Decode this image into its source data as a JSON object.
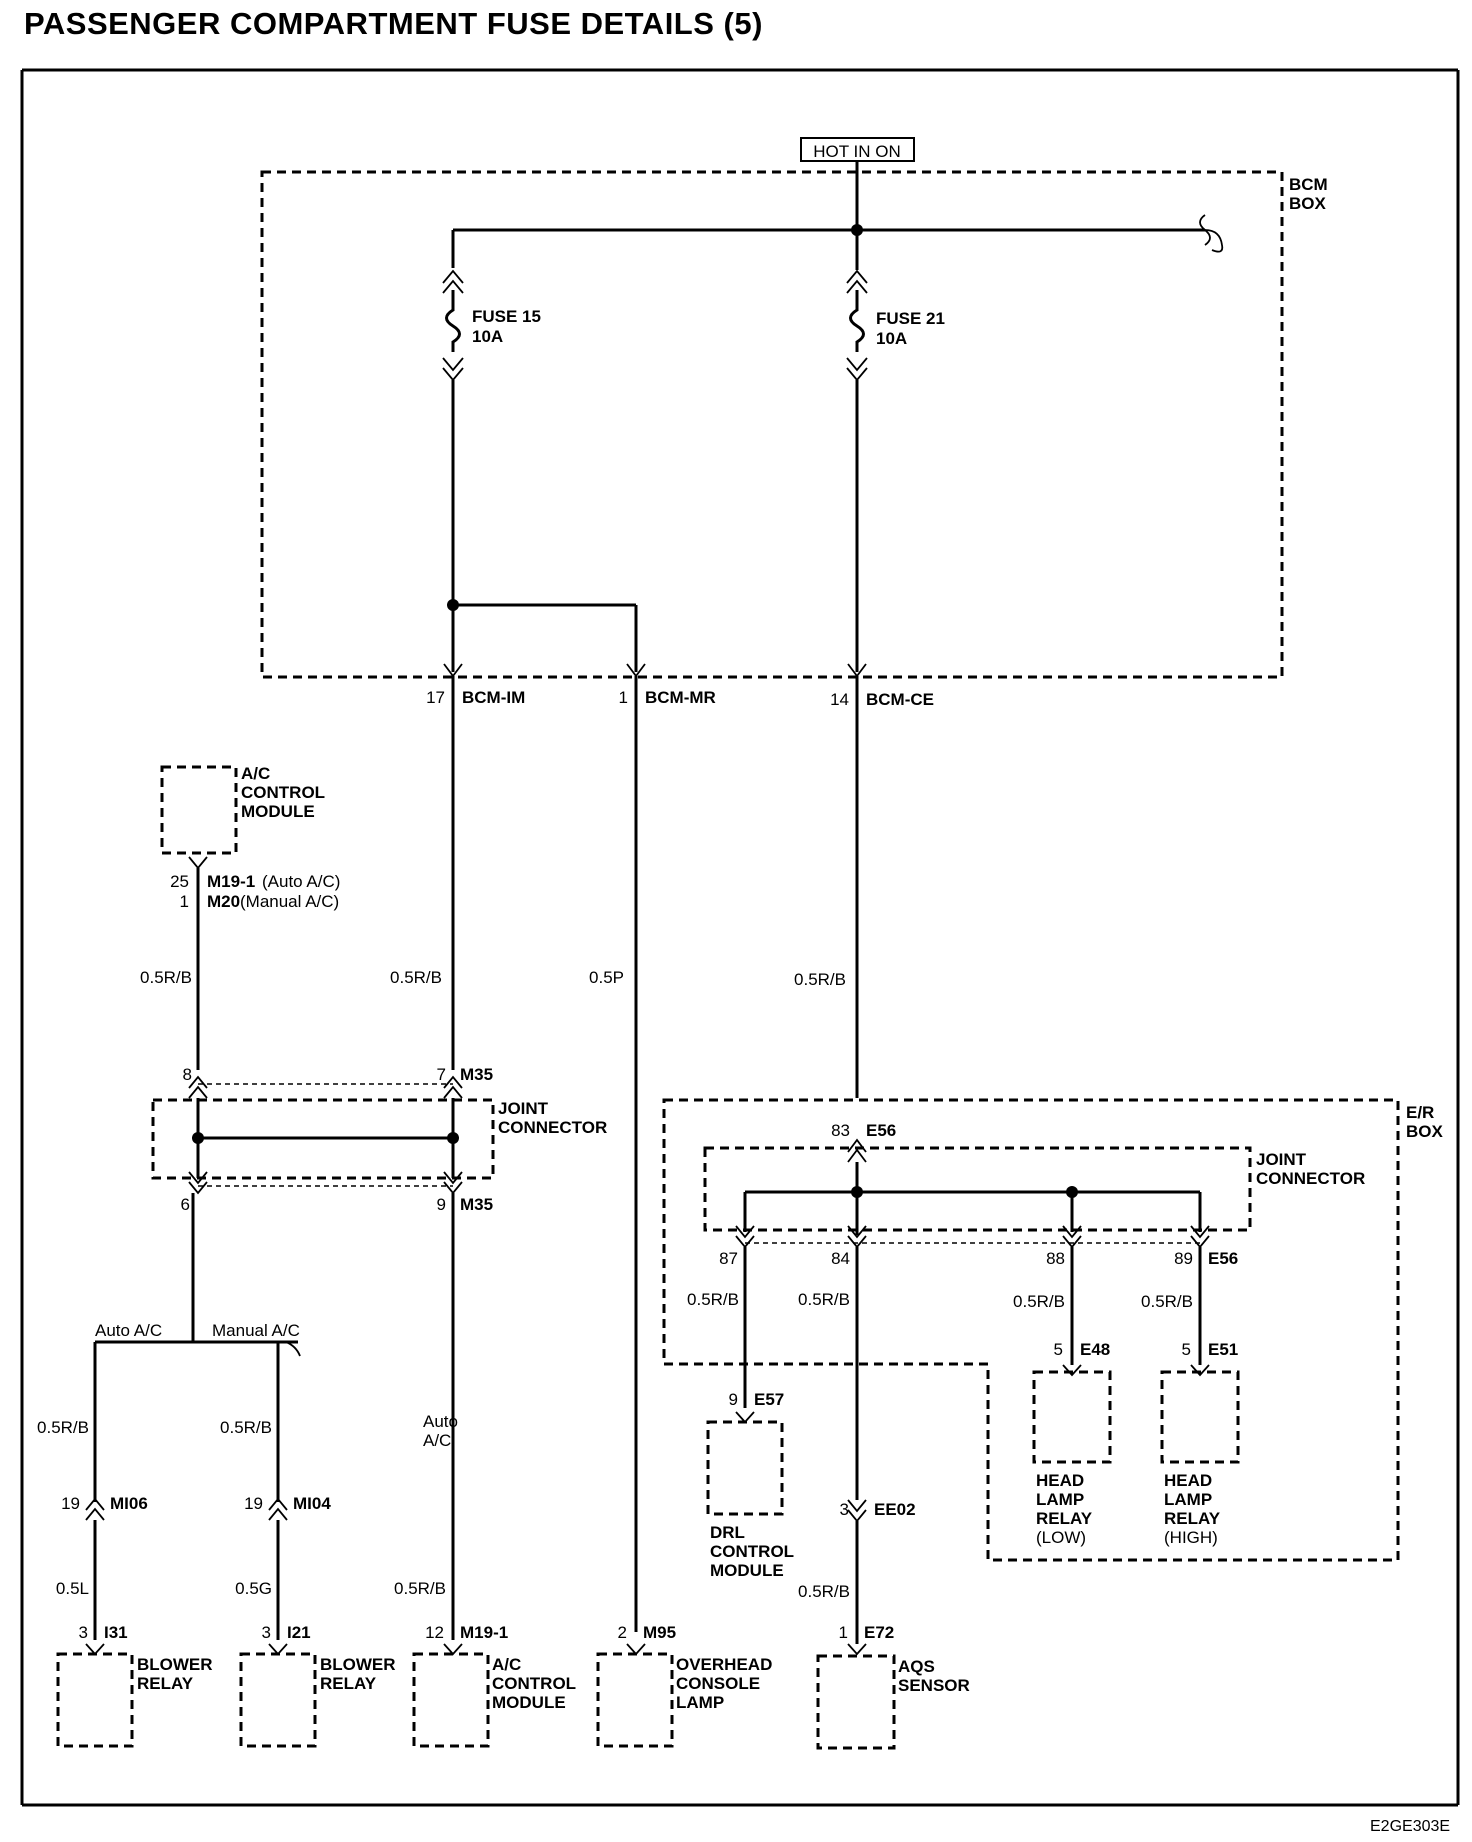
{
  "title": "PASSENGER COMPARTMENT FUSE DETAILS (5)",
  "doc_code": "E2GE303E",
  "hot_in_on": "HOT IN ON",
  "bcm_box": [
    "BCM",
    "BOX"
  ],
  "er_box": [
    "E/R",
    "BOX"
  ],
  "fuse15": {
    "name": "FUSE 15",
    "rating": "10A"
  },
  "fuse21": {
    "name": "FUSE 21",
    "rating": "10A"
  },
  "bcm_pins": [
    {
      "pin": "17",
      "conn": "BCM-IM"
    },
    {
      "pin": "1",
      "conn": "BCM-MR"
    },
    {
      "pin": "14",
      "conn": "BCM-CE"
    }
  ],
  "ac_module_top": {
    "label": [
      "A/C",
      "CONTROL",
      "MODULE"
    ],
    "pin1": "25",
    "conn1": "M19-1",
    "note1": "(Auto A/C)",
    "pin2": "1",
    "conn2": "M20",
    "note2": "(Manual A/C)"
  },
  "wires": {
    "w1": "0.5R/B",
    "w2": "0.5R/B",
    "w3": "0.5P",
    "w4": "0.5R/B",
    "w5": "0.5R/B",
    "w6": "0.5R/B",
    "w7": "0.5L",
    "w8": "0.5G",
    "w9": "0.5R/B",
    "w10": "0.5R/B",
    "w11": "0.5R/B",
    "w12": "0.5R/B",
    "w13": "0.5R/B",
    "w14": "0.5R/B"
  },
  "joint_left": {
    "label": [
      "JOINT",
      "CONNECTOR"
    ],
    "pin_tl": "8",
    "pin_tr": "7",
    "conn_t": "M35",
    "pin_bl": "6",
    "pin_br": "9",
    "conn_b": "M35"
  },
  "joint_right": {
    "label": [
      "JOINT",
      "CONNECTOR"
    ],
    "in_pin": "83",
    "in_conn": "E56",
    "pins": [
      "87",
      "84",
      "88",
      "89"
    ],
    "out_conn": "E56"
  },
  "branch": {
    "auto": "Auto A/C",
    "manual": "Manual A/C",
    "auto2": [
      "Auto",
      "A/C"
    ]
  },
  "connectors": {
    "mi06": {
      "pin": "19",
      "conn": "MI06"
    },
    "mi04": {
      "pin": "19",
      "conn": "MI04"
    },
    "ee02": {
      "pin": "3",
      "conn": "EE02"
    },
    "e57": {
      "pin": "9",
      "conn": "E57"
    },
    "e48": {
      "pin": "5",
      "conn": "E48"
    },
    "e51": {
      "pin": "5",
      "conn": "E51"
    }
  },
  "components": {
    "blower1": {
      "pin": "3",
      "conn": "I31",
      "label": [
        "BLOWER",
        "RELAY"
      ]
    },
    "blower2": {
      "pin": "3",
      "conn": "I21",
      "label": [
        "BLOWER",
        "RELAY"
      ]
    },
    "acm": {
      "pin": "12",
      "conn": "M19-1",
      "label": [
        "A/C",
        "CONTROL",
        "MODULE"
      ]
    },
    "overhead": {
      "pin": "2",
      "conn": "M95",
      "label": [
        "OVERHEAD",
        "CONSOLE",
        "LAMP"
      ]
    },
    "aqs": {
      "pin": "1",
      "conn": "E72",
      "label": [
        "AQS",
        "SENSOR"
      ]
    },
    "drl": {
      "label": [
        "DRL",
        "CONTROL",
        "MODULE"
      ]
    },
    "hl_low": {
      "label": [
        "HEAD",
        "LAMP",
        "RELAY",
        "(LOW)"
      ]
    },
    "hl_high": {
      "label": [
        "HEAD",
        "LAMP",
        "RELAY",
        "(HIGH)"
      ]
    }
  }
}
